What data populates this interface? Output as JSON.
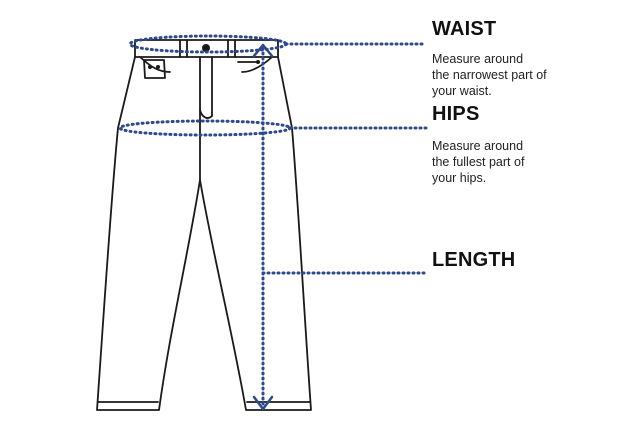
{
  "colors": {
    "outline": "#1a1a1a",
    "measure_line": "#2e4a8c",
    "text": "#111111"
  },
  "measurements": {
    "waist": {
      "title": "WAIST",
      "description": [
        "Measure around",
        "the narrowest part of",
        "your waist."
      ]
    },
    "hips": {
      "title": "HIPS",
      "description": [
        "Measure around",
        "the fullest part of",
        "your hips."
      ]
    },
    "length": {
      "title": "LENGTH"
    }
  },
  "icons": [
    "jeans-outline-icon",
    "arrow-up-icon",
    "arrow-down-icon"
  ]
}
